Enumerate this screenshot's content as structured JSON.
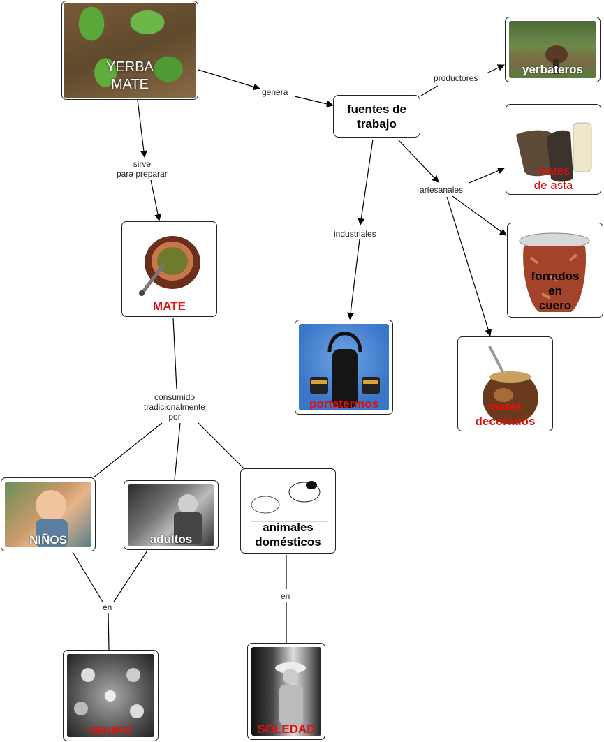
{
  "nodes": {
    "yerba_mate": "YERBA\nMATE",
    "fuentes": "fuentes de\ntrabajo",
    "yerbateros": "yerbateros",
    "mates_asta": "mates\nde asta",
    "forrados": "forrados\nen\ncuero",
    "mates_decorados": "mates\ndecorados",
    "portatermos": "portatermos",
    "mate": "MATE",
    "ninos": "NIÑOS",
    "adultos": "adultos",
    "animales": "animales\ndomésticos",
    "grupo": "GRUPO",
    "soledad": "SOLEDAD"
  },
  "links": {
    "genera": "genera",
    "productores": "productores",
    "artesanales": "artesanales",
    "industriales": "industriales",
    "sirve": "sirve\npara preparar",
    "consumido": "consumido\ntradicionalmente\npor",
    "en_grupo": "en",
    "en_soledad": "en"
  },
  "colors": {
    "label_red": "#e01010",
    "label_white": "#ffffff",
    "line": "#000000"
  }
}
